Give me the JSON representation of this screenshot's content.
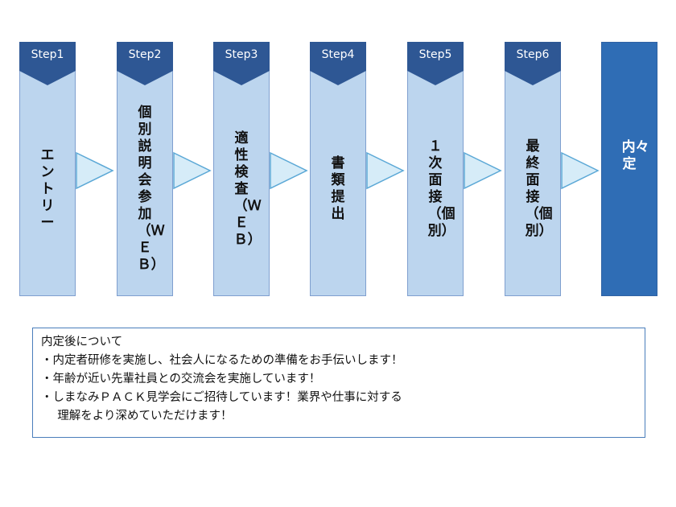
{
  "steps": [
    {
      "label": "Step1",
      "text": "エントリー"
    },
    {
      "label": "Step2",
      "text": "個別説明会参加（ＷＥＢ）"
    },
    {
      "label": "Step3",
      "text": "適性検査（ＷＥＢ）"
    },
    {
      "label": "Step4",
      "text": "書類提出"
    },
    {
      "label": "Step5",
      "text": "１次面接（個別）"
    },
    {
      "label": "Step6",
      "text": "最終面接（個別）"
    }
  ],
  "final": {
    "text": "内々定"
  },
  "note": {
    "title": "内定後について",
    "lines": [
      "・内定者研修を実施し、社会人になるための準備をお手伝いします！",
      "・年齢が近い先輩社員との交流会を実施しています！",
      "・しまなみＰＡＣＫ見学会にご招待しています！業界や仕事に対する",
      "理解をより深めていただけます！"
    ]
  },
  "colors": {
    "step_fill": "#bcd5ee",
    "step_border": "#7f9fcf",
    "header_fill": "#2e5794",
    "final_fill": "#2f6db5",
    "arrow_fill": "#d6ecf8",
    "arrow_stroke": "#5ba8d6",
    "note_border": "#4a7ebb"
  }
}
